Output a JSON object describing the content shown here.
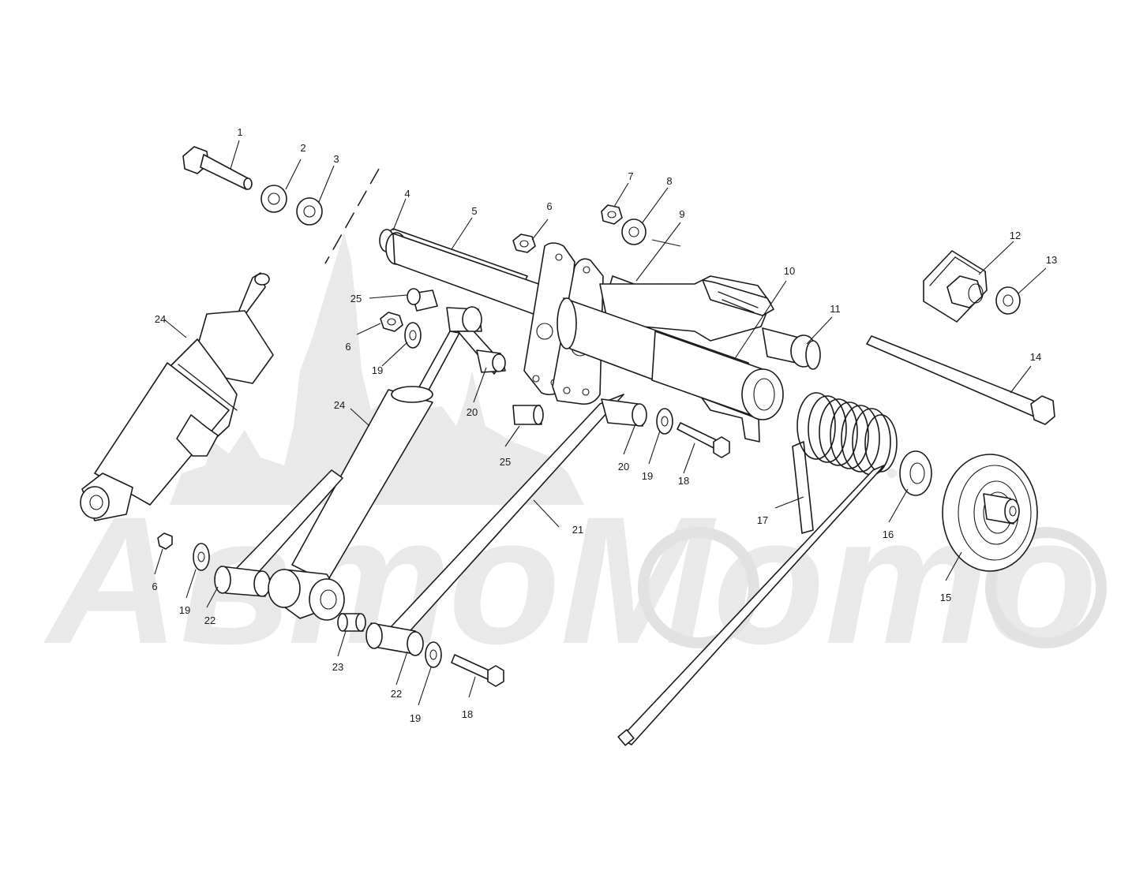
{
  "diagram": {
    "watermark_text": "АвтоМото",
    "callouts": [
      {
        "id": "c1",
        "label": "1"
      },
      {
        "id": "c2",
        "label": "2"
      },
      {
        "id": "c3",
        "label": "3"
      },
      {
        "id": "c4",
        "label": "4"
      },
      {
        "id": "c5",
        "label": "5"
      },
      {
        "id": "c6a",
        "label": "6"
      },
      {
        "id": "c7",
        "label": "7"
      },
      {
        "id": "c8",
        "label": "8"
      },
      {
        "id": "c9",
        "label": "9"
      },
      {
        "id": "c10",
        "label": "10"
      },
      {
        "id": "c11",
        "label": "11"
      },
      {
        "id": "c12",
        "label": "12"
      },
      {
        "id": "c13",
        "label": "13"
      },
      {
        "id": "c14",
        "label": "14"
      },
      {
        "id": "c24a",
        "label": "24"
      },
      {
        "id": "c25a",
        "label": "25"
      },
      {
        "id": "c6b",
        "label": "6"
      },
      {
        "id": "c19a",
        "label": "19"
      },
      {
        "id": "c20a",
        "label": "20"
      },
      {
        "id": "c24b",
        "label": "24"
      },
      {
        "id": "c25b",
        "label": "25"
      },
      {
        "id": "c20b",
        "label": "20"
      },
      {
        "id": "c19b",
        "label": "19"
      },
      {
        "id": "c18a",
        "label": "18"
      },
      {
        "id": "c17",
        "label": "17"
      },
      {
        "id": "c16",
        "label": "16"
      },
      {
        "id": "c15",
        "label": "15"
      },
      {
        "id": "c21",
        "label": "21"
      },
      {
        "id": "c6c",
        "label": "6"
      },
      {
        "id": "c19c",
        "label": "19"
      },
      {
        "id": "c22a",
        "label": "22"
      },
      {
        "id": "c23",
        "label": "23"
      },
      {
        "id": "c22b",
        "label": "22"
      },
      {
        "id": "c19d",
        "label": "19"
      },
      {
        "id": "c18b",
        "label": "18"
      }
    ]
  }
}
